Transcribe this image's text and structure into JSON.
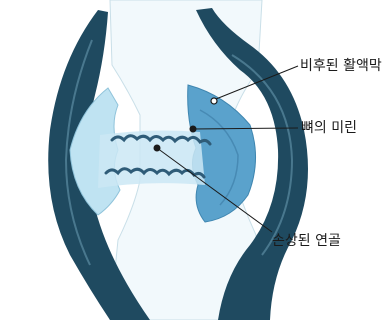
{
  "labels": {
    "synovium": "비후된 활액막",
    "bone_spur": "뼈의 미린",
    "cartilage": "손상된 연골"
  },
  "colors": {
    "capsule": "#1f4a60",
    "joint_space": "#bfe3f2",
    "joint_space_deep": "#5aa2cc",
    "bone": "#eef8fc",
    "leader_line": "#1a1a1a"
  }
}
